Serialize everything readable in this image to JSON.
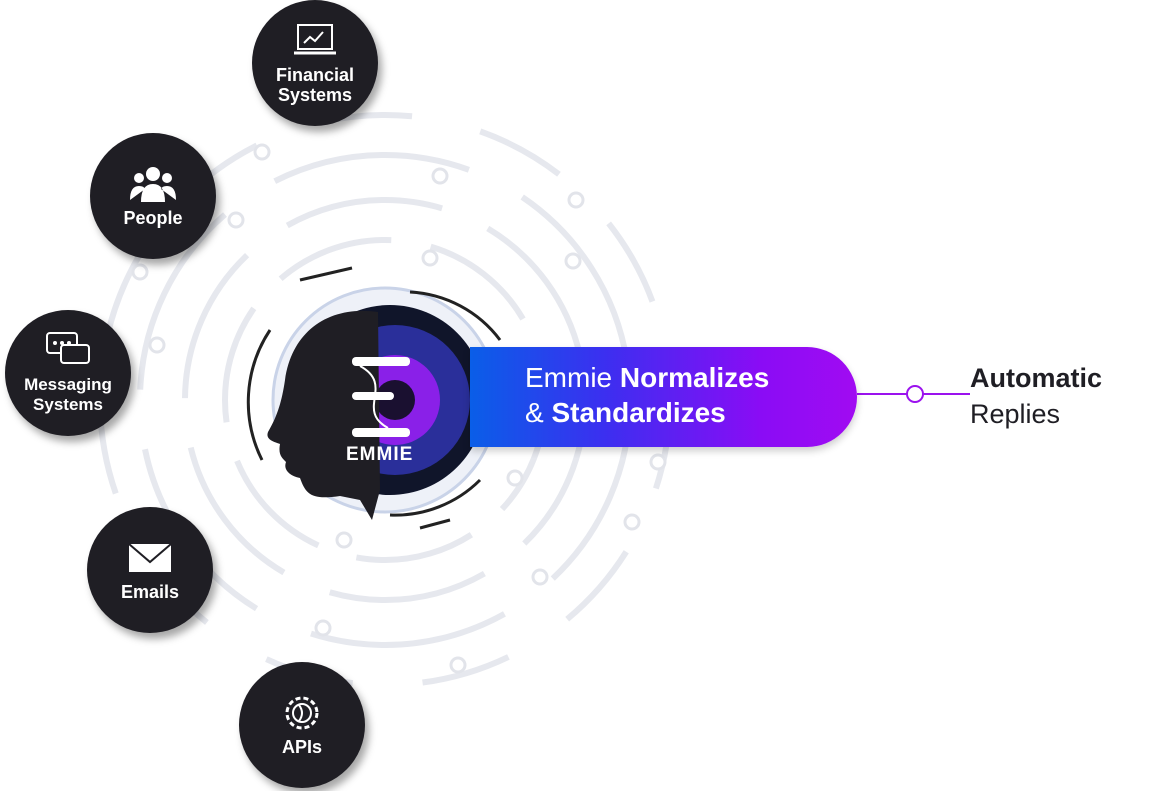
{
  "sources": [
    {
      "label": "Financial Systems",
      "icon": "laptop-chart-icon"
    },
    {
      "label": "People",
      "icon": "people-icon"
    },
    {
      "label": "Messaging Systems",
      "icon": "chat-bubbles-icon"
    },
    {
      "label": "Emails",
      "icon": "envelope-icon"
    },
    {
      "label": "APIs",
      "icon": "gear-dna-icon"
    }
  ],
  "center": {
    "logo_text": "EMMIE",
    "icon": "head-dna-icon"
  },
  "process": {
    "prefix": "Emmie",
    "bold1": "Normalizes",
    "amp": "&",
    "bold2": "Standardizes"
  },
  "output": {
    "line1": "Automatic",
    "line2": "Replies"
  },
  "colors": {
    "node": "#1f1e24",
    "gradient_start": "#0a5ee8",
    "gradient_end": "#a10bf2",
    "connector": "#9b12ee"
  }
}
